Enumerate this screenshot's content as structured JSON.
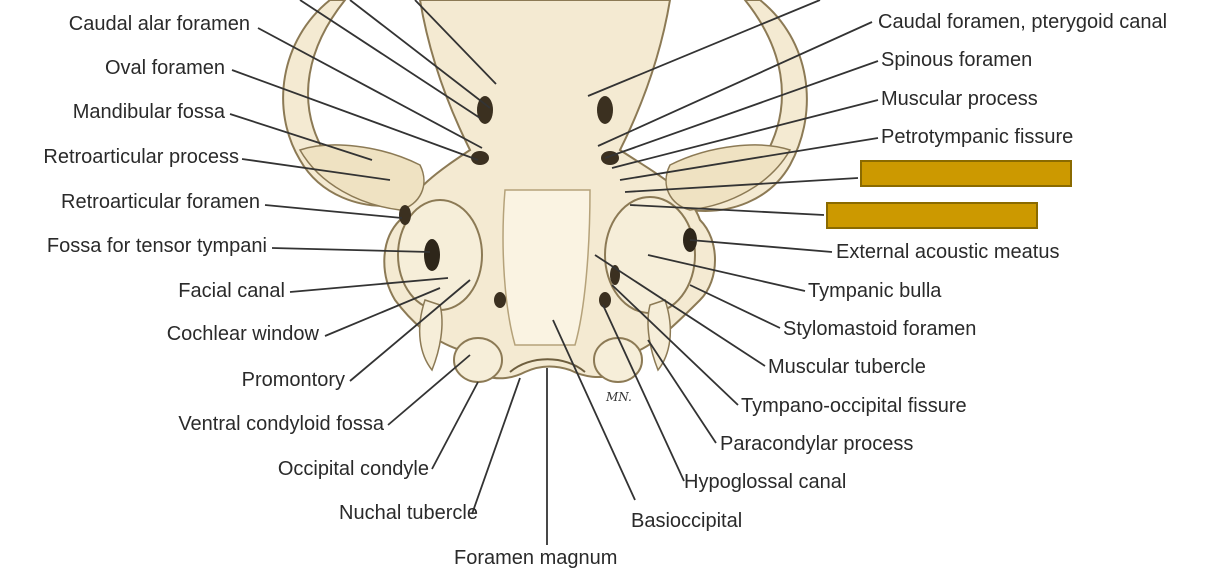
{
  "figure": {
    "signature": "MN.",
    "mask_color": "#cc9900",
    "bone_fill": "#f4ead2",
    "bone_shadow": "#d9c7a0",
    "line_color": "#333333"
  },
  "labels_left": [
    {
      "id": "caudal-alar-foramen",
      "text": "Caudal alar foramen"
    },
    {
      "id": "oval-foramen",
      "text": "Oval foramen"
    },
    {
      "id": "mandibular-fossa",
      "text": "Mandibular fossa"
    },
    {
      "id": "retroarticular-process",
      "text": "Retroarticular process"
    },
    {
      "id": "retroarticular-foramen",
      "text": "Retroarticular foramen"
    },
    {
      "id": "fossa-for-tensor-tympani",
      "text": "Fossa for tensor tympani"
    },
    {
      "id": "facial-canal",
      "text": "Facial canal"
    },
    {
      "id": "cochlear-window",
      "text": "Cochlear window"
    },
    {
      "id": "promontory",
      "text": "Promontory"
    },
    {
      "id": "ventral-condyloid-fossa",
      "text": "Ventral condyloid fossa"
    },
    {
      "id": "occipital-condyle",
      "text": "Occipital condyle"
    },
    {
      "id": "nuchal-tubercle",
      "text": "Nuchal tubercle"
    }
  ],
  "labels_bottom": [
    {
      "id": "foramen-magnum",
      "text": "Foramen magnum"
    }
  ],
  "labels_right": [
    {
      "id": "caudal-foramen-pterygoid-canal",
      "text": "Caudal foramen, pterygoid canal"
    },
    {
      "id": "spinous-foramen",
      "text": "Spinous foramen"
    },
    {
      "id": "muscular-process",
      "text": "Muscular process"
    },
    {
      "id": "petrotympanic-fissure",
      "text": "Petrotympanic fissure"
    },
    {
      "id": "external-acoustic-meatus",
      "text": "External acoustic meatus"
    },
    {
      "id": "tympanic-bulla",
      "text": "Tympanic bulla"
    },
    {
      "id": "stylomastoid-foramen",
      "text": "Stylomastoid foramen"
    },
    {
      "id": "muscular-tubercle",
      "text": "Muscular tubercle"
    },
    {
      "id": "tympano-occipital-fissure",
      "text": "Tympano-occipital fissure"
    },
    {
      "id": "paracondylar-process",
      "text": "Paracondylar process"
    },
    {
      "id": "hypoglossal-canal",
      "text": "Hypoglossal canal"
    },
    {
      "id": "basioccipital",
      "text": "Basioccipital"
    }
  ],
  "hidden_labels": 2
}
